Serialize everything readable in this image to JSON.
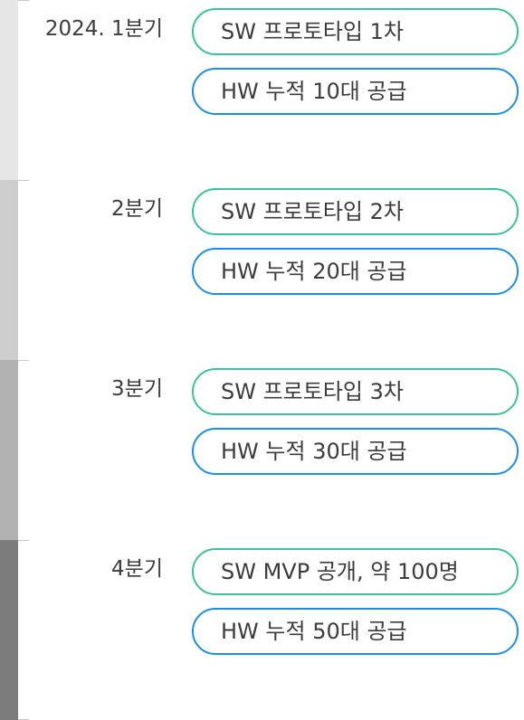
{
  "colors": {
    "sw_border": "#3cc19b",
    "hw_border": "#1e8ee0",
    "bar_shades": [
      "#e6e6e6",
      "#cecece",
      "#b2b2b2",
      "#7c7c7c"
    ]
  },
  "quarters": [
    {
      "label": "2024. 1분기",
      "sw": "SW 프로토타입 1차",
      "hw": "HW 누적 10대 공급"
    },
    {
      "label": "2분기",
      "sw": "SW 프로토타입 2차",
      "hw": "HW 누적 20대 공급"
    },
    {
      "label": "3분기",
      "sw": "SW 프로토타입 3차",
      "hw": "HW 누적 30대 공급"
    },
    {
      "label": "4분기",
      "sw": "SW MVP 공개, 약 100명",
      "hw": "HW 누적 50대 공급"
    }
  ]
}
